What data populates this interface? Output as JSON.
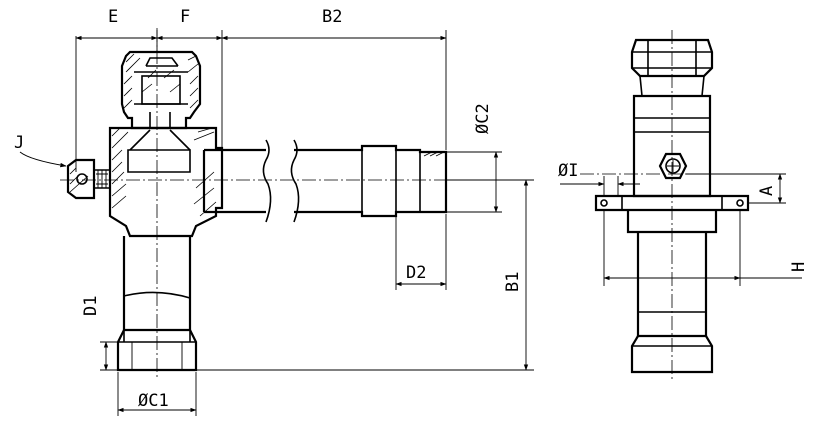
{
  "labels": {
    "E": "E",
    "F": "F",
    "B2": "B2",
    "C2": "ØC2",
    "J": "J",
    "D1": "D1",
    "C1": "ØC1",
    "D2": "D2",
    "B1": "B1",
    "I": "ØI",
    "A": "A",
    "H": "H"
  }
}
